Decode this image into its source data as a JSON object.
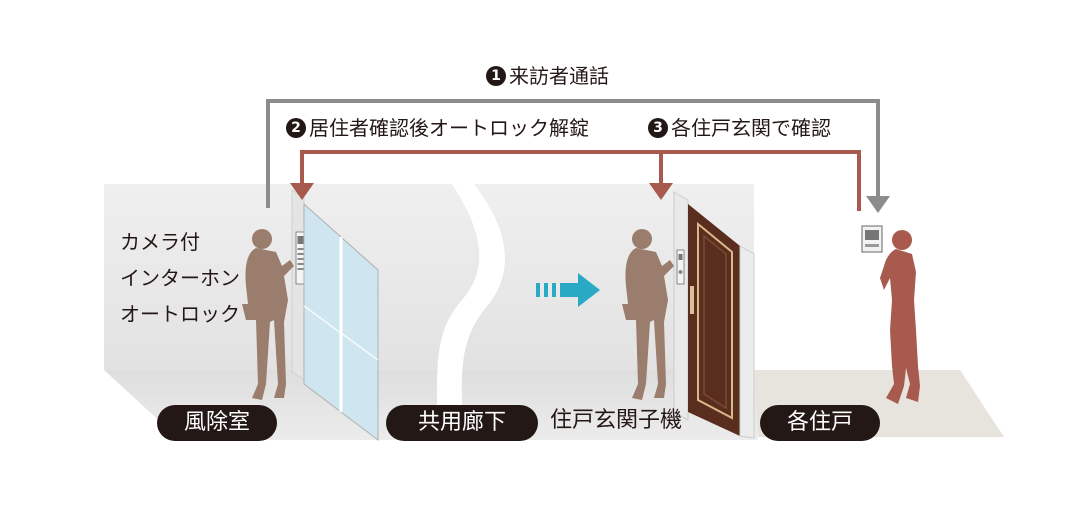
{
  "steps": [
    {
      "number": "1",
      "text": "来訪者通話"
    },
    {
      "number": "2",
      "text": "居住者確認後オートロック解錠"
    },
    {
      "number": "3",
      "text": "各住戸玄関で確認"
    }
  ],
  "entrance_device_label": [
    "カメラ付",
    "インターホン",
    "オートロック"
  ],
  "areas": {
    "vestibule": "風除室",
    "corridor": "共用廊下",
    "unit": "各住戸"
  },
  "door_intercom_label": "住戸玄関子機",
  "colors": {
    "call_line": "#8c8c8c",
    "unlock_line": "#a8594d",
    "flow_arrow": "#2aa9c4",
    "silhouette_visitor": "#9a7d6c",
    "silhouette_resident": "#a85a4f",
    "door": "#5a2e1e",
    "glass": "#cfe6f1",
    "pill": "#231815"
  },
  "icons": [
    "person-silhouette",
    "intercom-panel",
    "monitor-icon",
    "flow-arrow-icon"
  ]
}
